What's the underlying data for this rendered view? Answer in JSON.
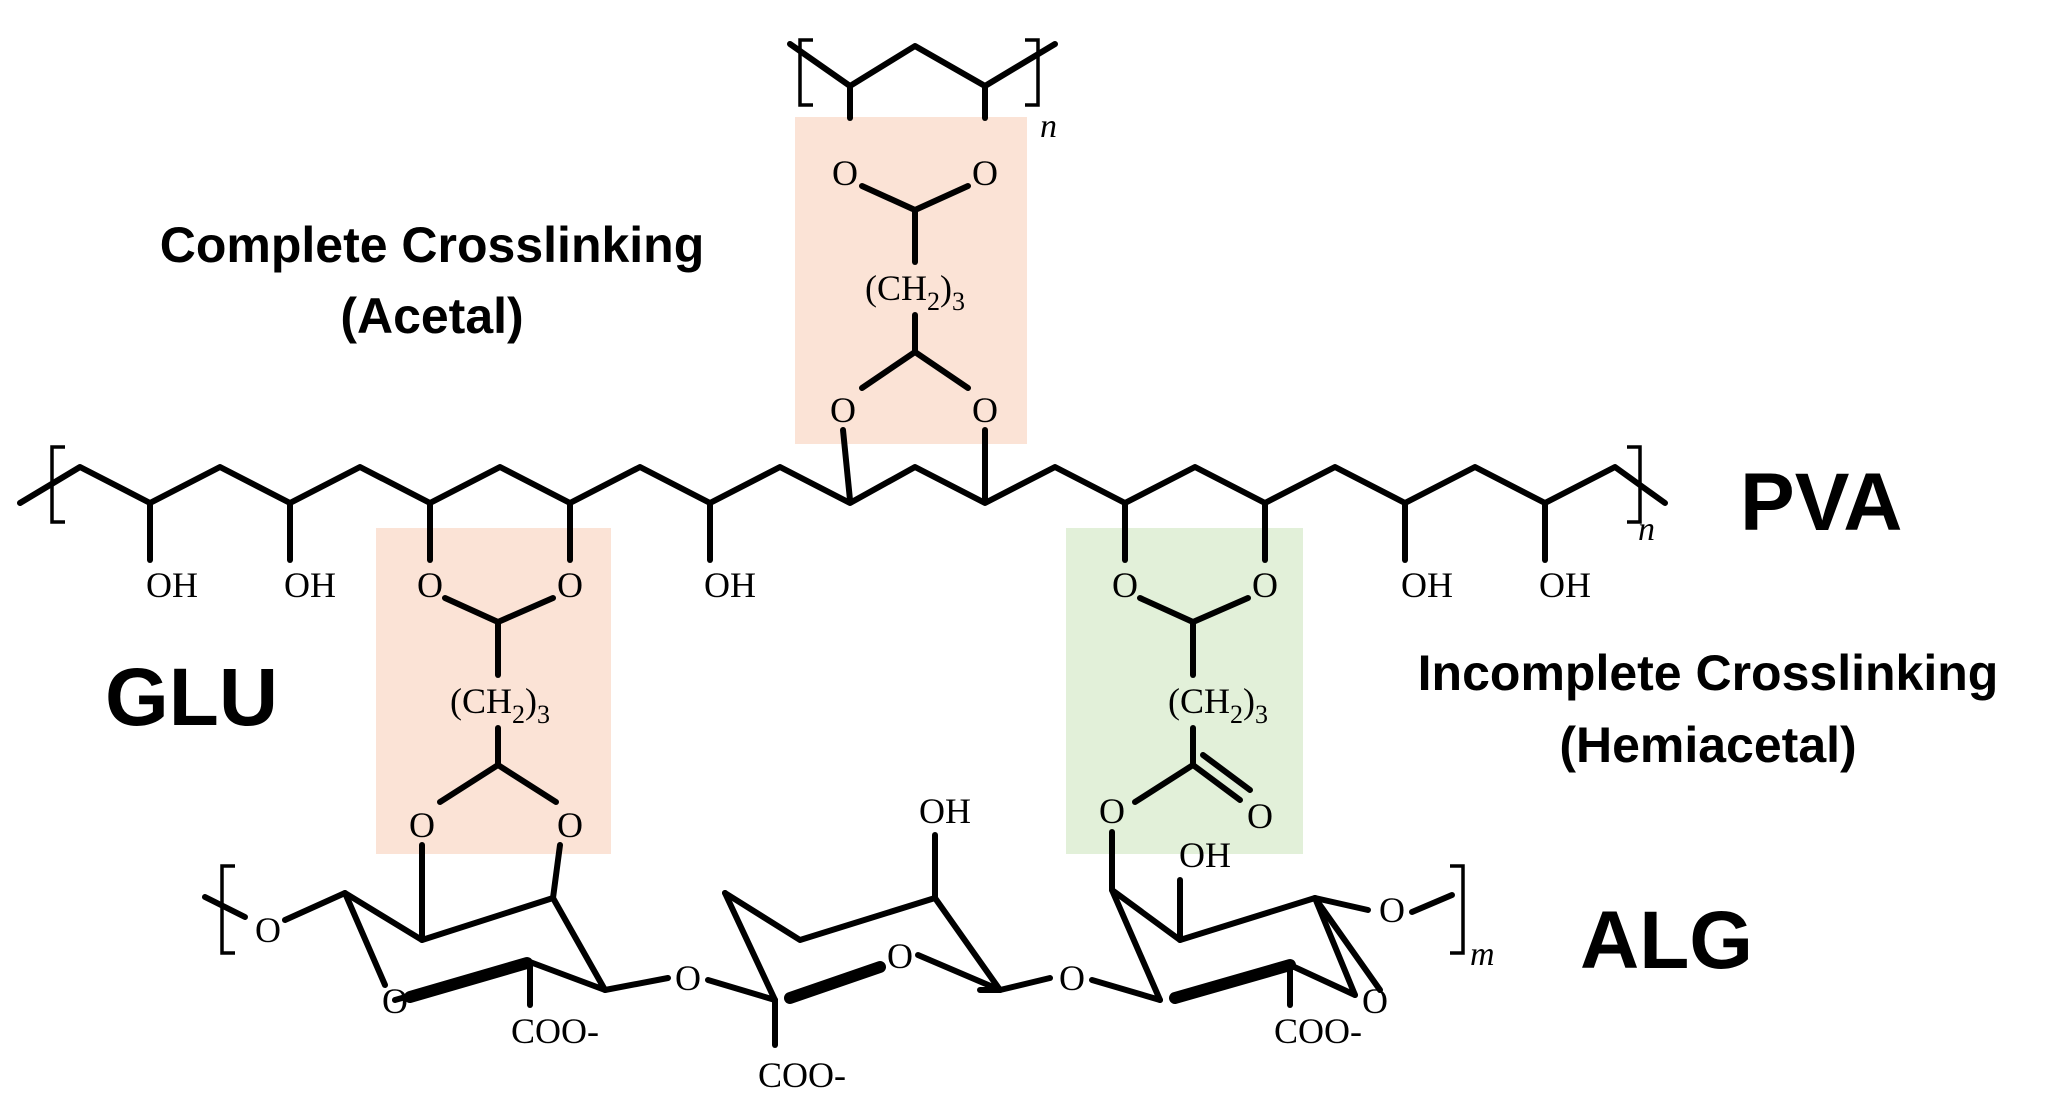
{
  "labels": {
    "complete_line1": "Complete Crosslinking",
    "complete_line2": "(Acetal)",
    "incomplete_line1": "Incomplete Crosslinking",
    "incomplete_line2": "(Hemiacetal)",
    "pva": "PVA",
    "glu": "GLU",
    "alg": "ALG"
  },
  "atoms": {
    "oh": "OH",
    "o": "O",
    "coo": "COO-",
    "ch2_main": "(CH",
    "ch2_sub2": "2",
    "ch2_close": ")",
    "ch2_sub3": "3"
  },
  "repeat": {
    "n": "n",
    "m": "m"
  },
  "colors": {
    "acetal_box": "#fbe3d6",
    "hemiacetal_box": "#e2f0d9",
    "ink": "#000000"
  }
}
